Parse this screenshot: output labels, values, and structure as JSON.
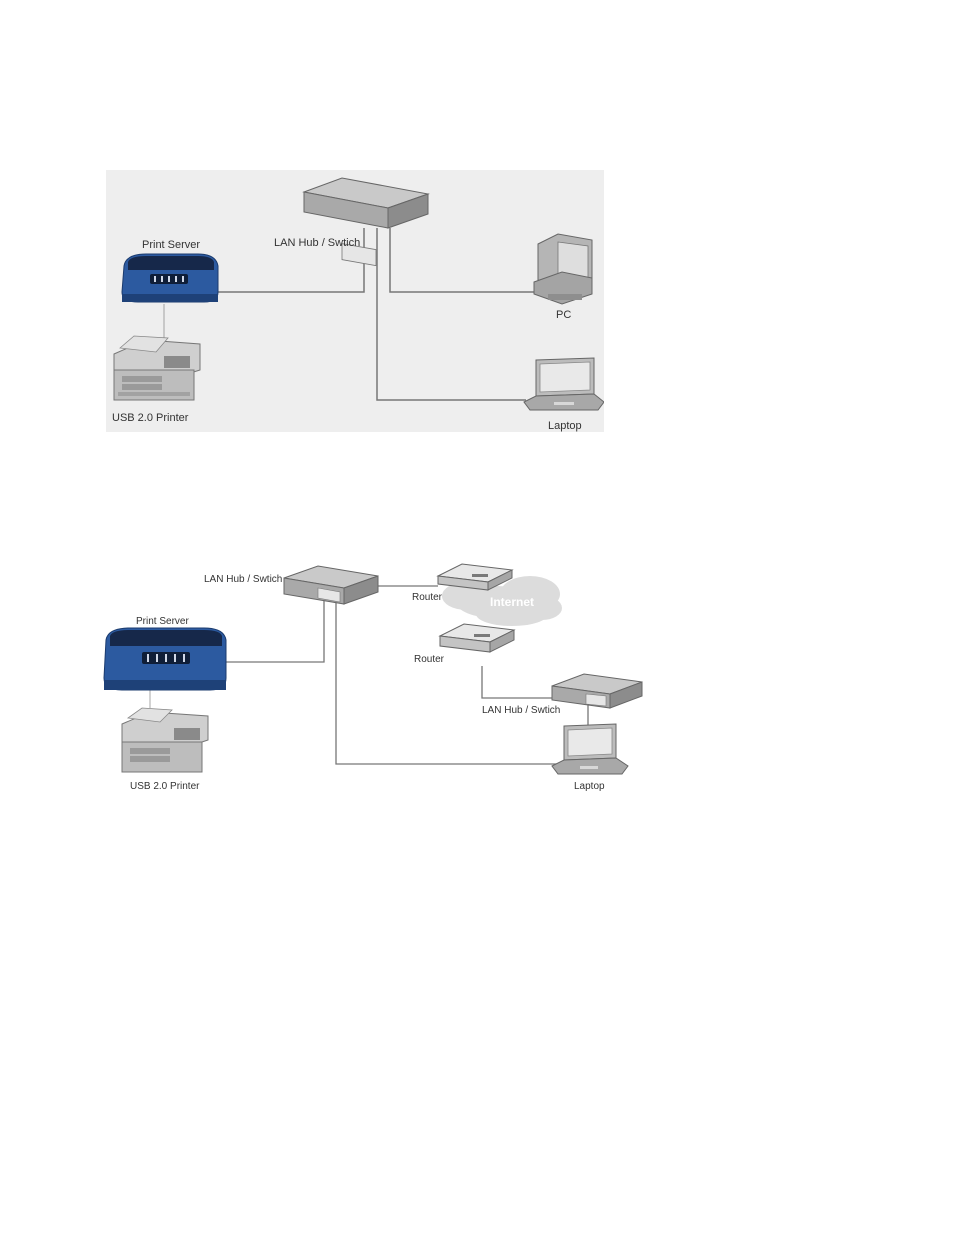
{
  "diagram1": {
    "labels": {
      "lan_hub": "LAN Hub / Swtich",
      "print_server": "Print Server",
      "usb_printer": "USB 2.0 Printer",
      "pc": "PC",
      "laptop": "Laptop"
    }
  },
  "diagram2": {
    "labels": {
      "lan_hub_top": "LAN Hub / Swtich",
      "print_server": "Print Server",
      "usb_printer": "USB 2.0 Printer",
      "router_top": "Router",
      "router_bottom": "Router",
      "internet": "Internet",
      "lan_hub_bottom": "LAN Hub / Swtich",
      "laptop": "Laptop"
    }
  },
  "colors": {
    "print_server_body": "#2c5aa0",
    "device_gray": "#9a9a9a",
    "line": "#777777",
    "cloud": "#dcdcdc",
    "diagram1_bg": "#eeeeee"
  }
}
